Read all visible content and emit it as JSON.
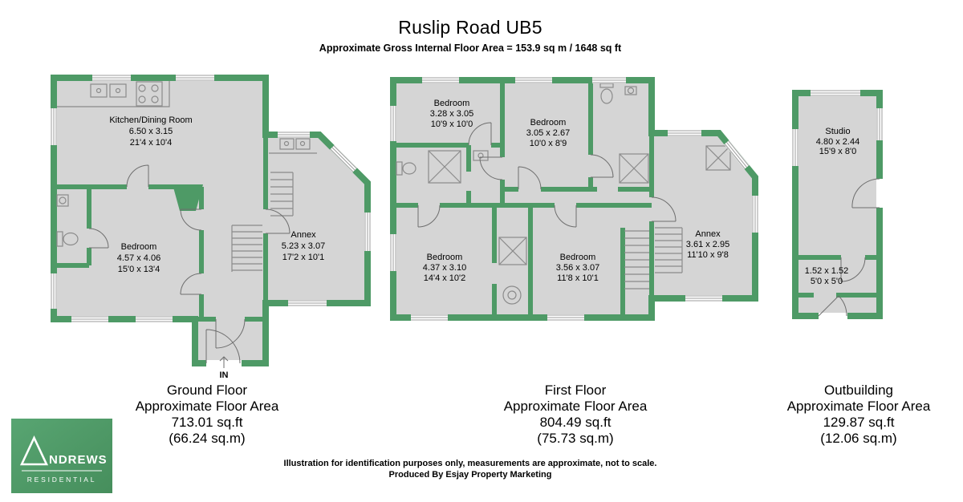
{
  "header": {
    "title": "Ruslip Road UB5",
    "subtitle": "Approximate Gross Internal Floor Area = 153.9 sq m / 1648 sq ft"
  },
  "ground_floor": {
    "rooms": {
      "kitchen": {
        "name": "Kitchen/Dining Room",
        "metric": "6.50 x 3.15",
        "imperial": "21'4 x 10'4"
      },
      "bedroom": {
        "name": "Bedroom",
        "metric": "4.57 x 4.06",
        "imperial": "15'0 x 13'4"
      },
      "annex": {
        "name": "Annex",
        "metric": "5.23 x 3.07",
        "imperial": "17'2 x 10'1"
      }
    },
    "entrance": "IN",
    "caption": {
      "line1": "Ground Floor",
      "line2": "Approximate Floor Area",
      "line3": "713.01 sq.ft",
      "line4": "(66.24 sq.m)"
    }
  },
  "first_floor": {
    "rooms": {
      "bedroom1": {
        "name": "Bedroom",
        "metric": "3.28 x 3.05",
        "imperial": "10'9 x 10'0"
      },
      "bedroom2": {
        "name": "Bedroom",
        "metric": "3.05 x 2.67",
        "imperial": "10'0 x 8'9"
      },
      "bedroom3": {
        "name": "Bedroom",
        "metric": "4.37 x 3.10",
        "imperial": "14'4 x 10'2"
      },
      "bedroom4": {
        "name": "Bedroom",
        "metric": "3.56 x 3.07",
        "imperial": "11'8 x 10'1"
      },
      "annex": {
        "name": "Annex",
        "metric": "3.61 x 2.95",
        "imperial": "11'10 x 9'8"
      }
    },
    "caption": {
      "line1": "First Floor",
      "line2": "Approximate Floor Area",
      "line3": "804.49 sq.ft",
      "line4": "(75.73 sq.m)"
    }
  },
  "outbuilding": {
    "rooms": {
      "studio": {
        "name": "Studio",
        "metric": "4.80 x 2.44",
        "imperial": "15'9 x 8'0"
      },
      "store": {
        "metric": "1.52 x 1.52",
        "imperial": "5'0 x 5'0"
      }
    },
    "caption": {
      "line1": "Outbuilding",
      "line2": "Approximate Floor Area",
      "line3": "129.87 sq.ft",
      "line4": "(12.06 sq.m)"
    }
  },
  "footer": {
    "disclaimer": "Illustration for identification purposes only, measurements are approximate, not to scale.",
    "producer": "Produced By Esjay Property Marketing"
  },
  "logo": {
    "brand_initial": "A",
    "brand_rest": "NDREWS",
    "division": "RESIDENTIAL"
  },
  "colors": {
    "wall_green": "#4e9a66",
    "floor_grey": "#d5d5d5"
  }
}
